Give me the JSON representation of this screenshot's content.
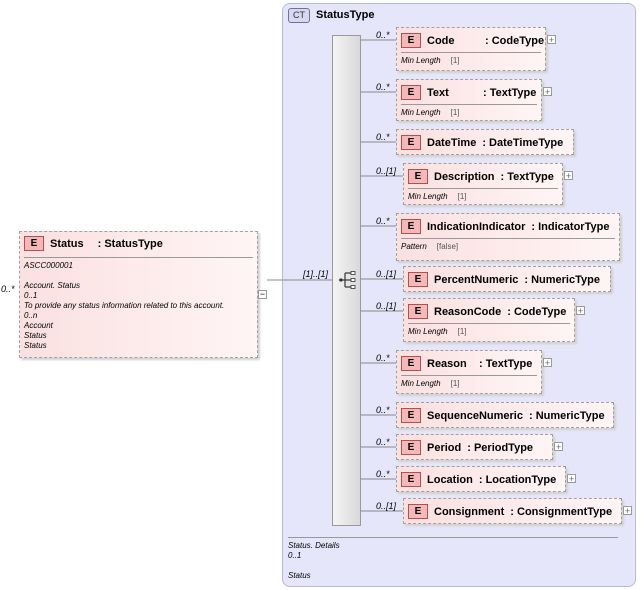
{
  "complex_type": {
    "badge": "CT",
    "title": "StatusType",
    "sequence_cardinality": "[1]..[1]",
    "doc": [
      "Status. Details",
      "0..1",
      "",
      "Status"
    ]
  },
  "root_element": {
    "badge": "E",
    "name": "Status",
    "type": ": StatusType",
    "cardinality": "0..*",
    "doc": [
      "ASCC000001",
      "",
      "Account. Status",
      "0..1",
      "To provide any status information related to this account.",
      "0..n",
      "Account",
      "Status",
      "Status"
    ]
  },
  "children": [
    {
      "badge": "E",
      "name": "Code",
      "type": ": CodeType",
      "cardinality": "0..*",
      "facet_label": "Min Length",
      "facet_value": "[1]"
    },
    {
      "badge": "E",
      "name": "Text",
      "type": ": TextType",
      "cardinality": "0..*",
      "facet_label": "Min Length",
      "facet_value": "[1]"
    },
    {
      "badge": "E",
      "name": "DateTime",
      "type": ": DateTimeType",
      "cardinality": "0..*"
    },
    {
      "badge": "E",
      "name": "Description",
      "type": ": TextType",
      "cardinality": "0..[1]",
      "facet_label": "Min Length",
      "facet_value": "[1]"
    },
    {
      "badge": "E",
      "name": "IndicationIndicator",
      "type": ": IndicatorType",
      "cardinality": "0..*",
      "facet_label": "Pattern",
      "facet_value": "[false]"
    },
    {
      "badge": "E",
      "name": "PercentNumeric",
      "type": ": NumericType",
      "cardinality": "0..[1]"
    },
    {
      "badge": "E",
      "name": "ReasonCode",
      "type": ": CodeType",
      "cardinality": "0..[1]",
      "facet_label": "Min Length",
      "facet_value": "[1]"
    },
    {
      "badge": "E",
      "name": "Reason",
      "type": ": TextType",
      "cardinality": "0..*",
      "facet_label": "Min Length",
      "facet_value": "[1]"
    },
    {
      "badge": "E",
      "name": "SequenceNumeric",
      "type": ": NumericType",
      "cardinality": "0..*"
    },
    {
      "badge": "E",
      "name": "Period",
      "type": ": PeriodType",
      "cardinality": "0..*"
    },
    {
      "badge": "E",
      "name": "Location",
      "type": ": LocationType",
      "cardinality": "0..*"
    },
    {
      "badge": "E",
      "name": "Consignment",
      "type": ": ConsignmentType",
      "cardinality": "0..[1]"
    }
  ]
}
